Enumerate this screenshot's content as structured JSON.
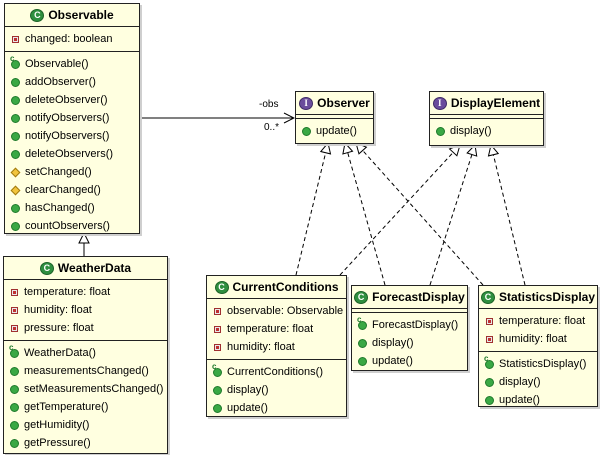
{
  "diagram": {
    "classes": {
      "observable": {
        "name": "Observable",
        "attributes": [
          {
            "text": "changed: boolean",
            "vis": "private"
          }
        ],
        "methods": [
          {
            "text": "Observable()",
            "vis": "public",
            "ctor": true
          },
          {
            "text": "addObserver()",
            "vis": "public"
          },
          {
            "text": "deleteObserver()",
            "vis": "public"
          },
          {
            "text": "notifyObservers()",
            "vis": "public"
          },
          {
            "text": "notifyObservers()",
            "vis": "public"
          },
          {
            "text": "deleteObservers()",
            "vis": "public"
          },
          {
            "text": "setChanged()",
            "vis": "protected"
          },
          {
            "text": "clearChanged()",
            "vis": "protected"
          },
          {
            "text": "hasChanged()",
            "vis": "public"
          },
          {
            "text": "countObservers()",
            "vis": "public"
          }
        ]
      },
      "weatherdata": {
        "name": "WeatherData",
        "attributes": [
          {
            "text": "temperature: float",
            "vis": "private"
          },
          {
            "text": "humidity: float",
            "vis": "private"
          },
          {
            "text": "pressure: float",
            "vis": "private"
          }
        ],
        "methods": [
          {
            "text": "WeatherData()",
            "vis": "public",
            "ctor": true
          },
          {
            "text": "measurementsChanged()",
            "vis": "public"
          },
          {
            "text": "setMeasurementsChanged()",
            "vis": "public"
          },
          {
            "text": "getTemperature()",
            "vis": "public"
          },
          {
            "text": "getHumidity()",
            "vis": "public"
          },
          {
            "text": "getPressure()",
            "vis": "public"
          }
        ]
      },
      "observer": {
        "name": "Observer",
        "stereotype": "interface",
        "attributes": [],
        "methods": [
          {
            "text": "update()",
            "vis": "public"
          }
        ]
      },
      "displayelement": {
        "name": "DisplayElement",
        "stereotype": "interface",
        "attributes": [],
        "methods": [
          {
            "text": "display()",
            "vis": "public"
          }
        ]
      },
      "currentconditions": {
        "name": "CurrentConditions",
        "attributes": [
          {
            "text": "observable: Observable",
            "vis": "private"
          },
          {
            "text": "temperature: float",
            "vis": "private"
          },
          {
            "text": "humidity: float",
            "vis": "private"
          }
        ],
        "methods": [
          {
            "text": "CurrentConditions()",
            "vis": "public",
            "ctor": true
          },
          {
            "text": "display()",
            "vis": "public"
          },
          {
            "text": "update()",
            "vis": "public"
          }
        ]
      },
      "forecastdisplay": {
        "name": "ForecastDisplay",
        "attributes": [],
        "methods": [
          {
            "text": "ForecastDisplay()",
            "vis": "public",
            "ctor": true
          },
          {
            "text": "display()",
            "vis": "public"
          },
          {
            "text": "update()",
            "vis": "public"
          }
        ]
      },
      "statisticsdisplay": {
        "name": "StatisticsDisplay",
        "attributes": [
          {
            "text": "temperature: float",
            "vis": "private"
          },
          {
            "text": "humidity: float",
            "vis": "private"
          }
        ],
        "methods": [
          {
            "text": "StatisticsDisplay()",
            "vis": "public",
            "ctor": true
          },
          {
            "text": "display()",
            "vis": "public"
          },
          {
            "text": "update()",
            "vis": "public"
          }
        ]
      }
    },
    "association": {
      "role": "-obs",
      "multiplicity": "0..*"
    },
    "badges": {
      "class": "C",
      "interface": "I"
    }
  }
}
